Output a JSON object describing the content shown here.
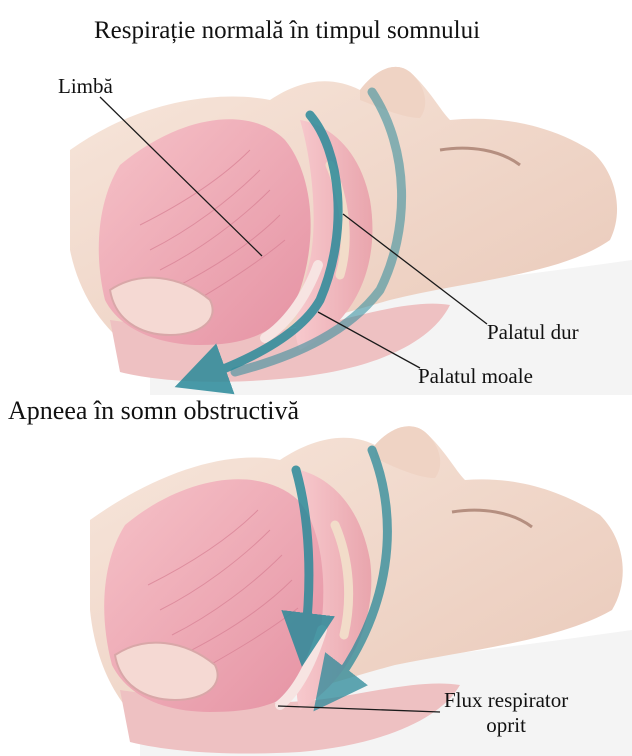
{
  "titles": {
    "normal": "Respirație normală în timpul somnului",
    "apnea": "Apneea în somn obstructivă"
  },
  "labels": {
    "tongue": "Limbă",
    "hard_palate": "Palatul dur",
    "soft_palate": "Palatul moale",
    "airflow_stopped_line1": "Flux respirator",
    "airflow_stopped_line2": "oprit"
  },
  "colors": {
    "skin": "#f4ddd0",
    "tissue": "#f2b8bf",
    "tongue": "#eea3b0",
    "airflow_arrow": "#2b8a9a",
    "leader_line": "#1a1a1a",
    "pillow": "#f3f3f3"
  },
  "icons": {
    "airflow": "curved-arrow-icon"
  }
}
